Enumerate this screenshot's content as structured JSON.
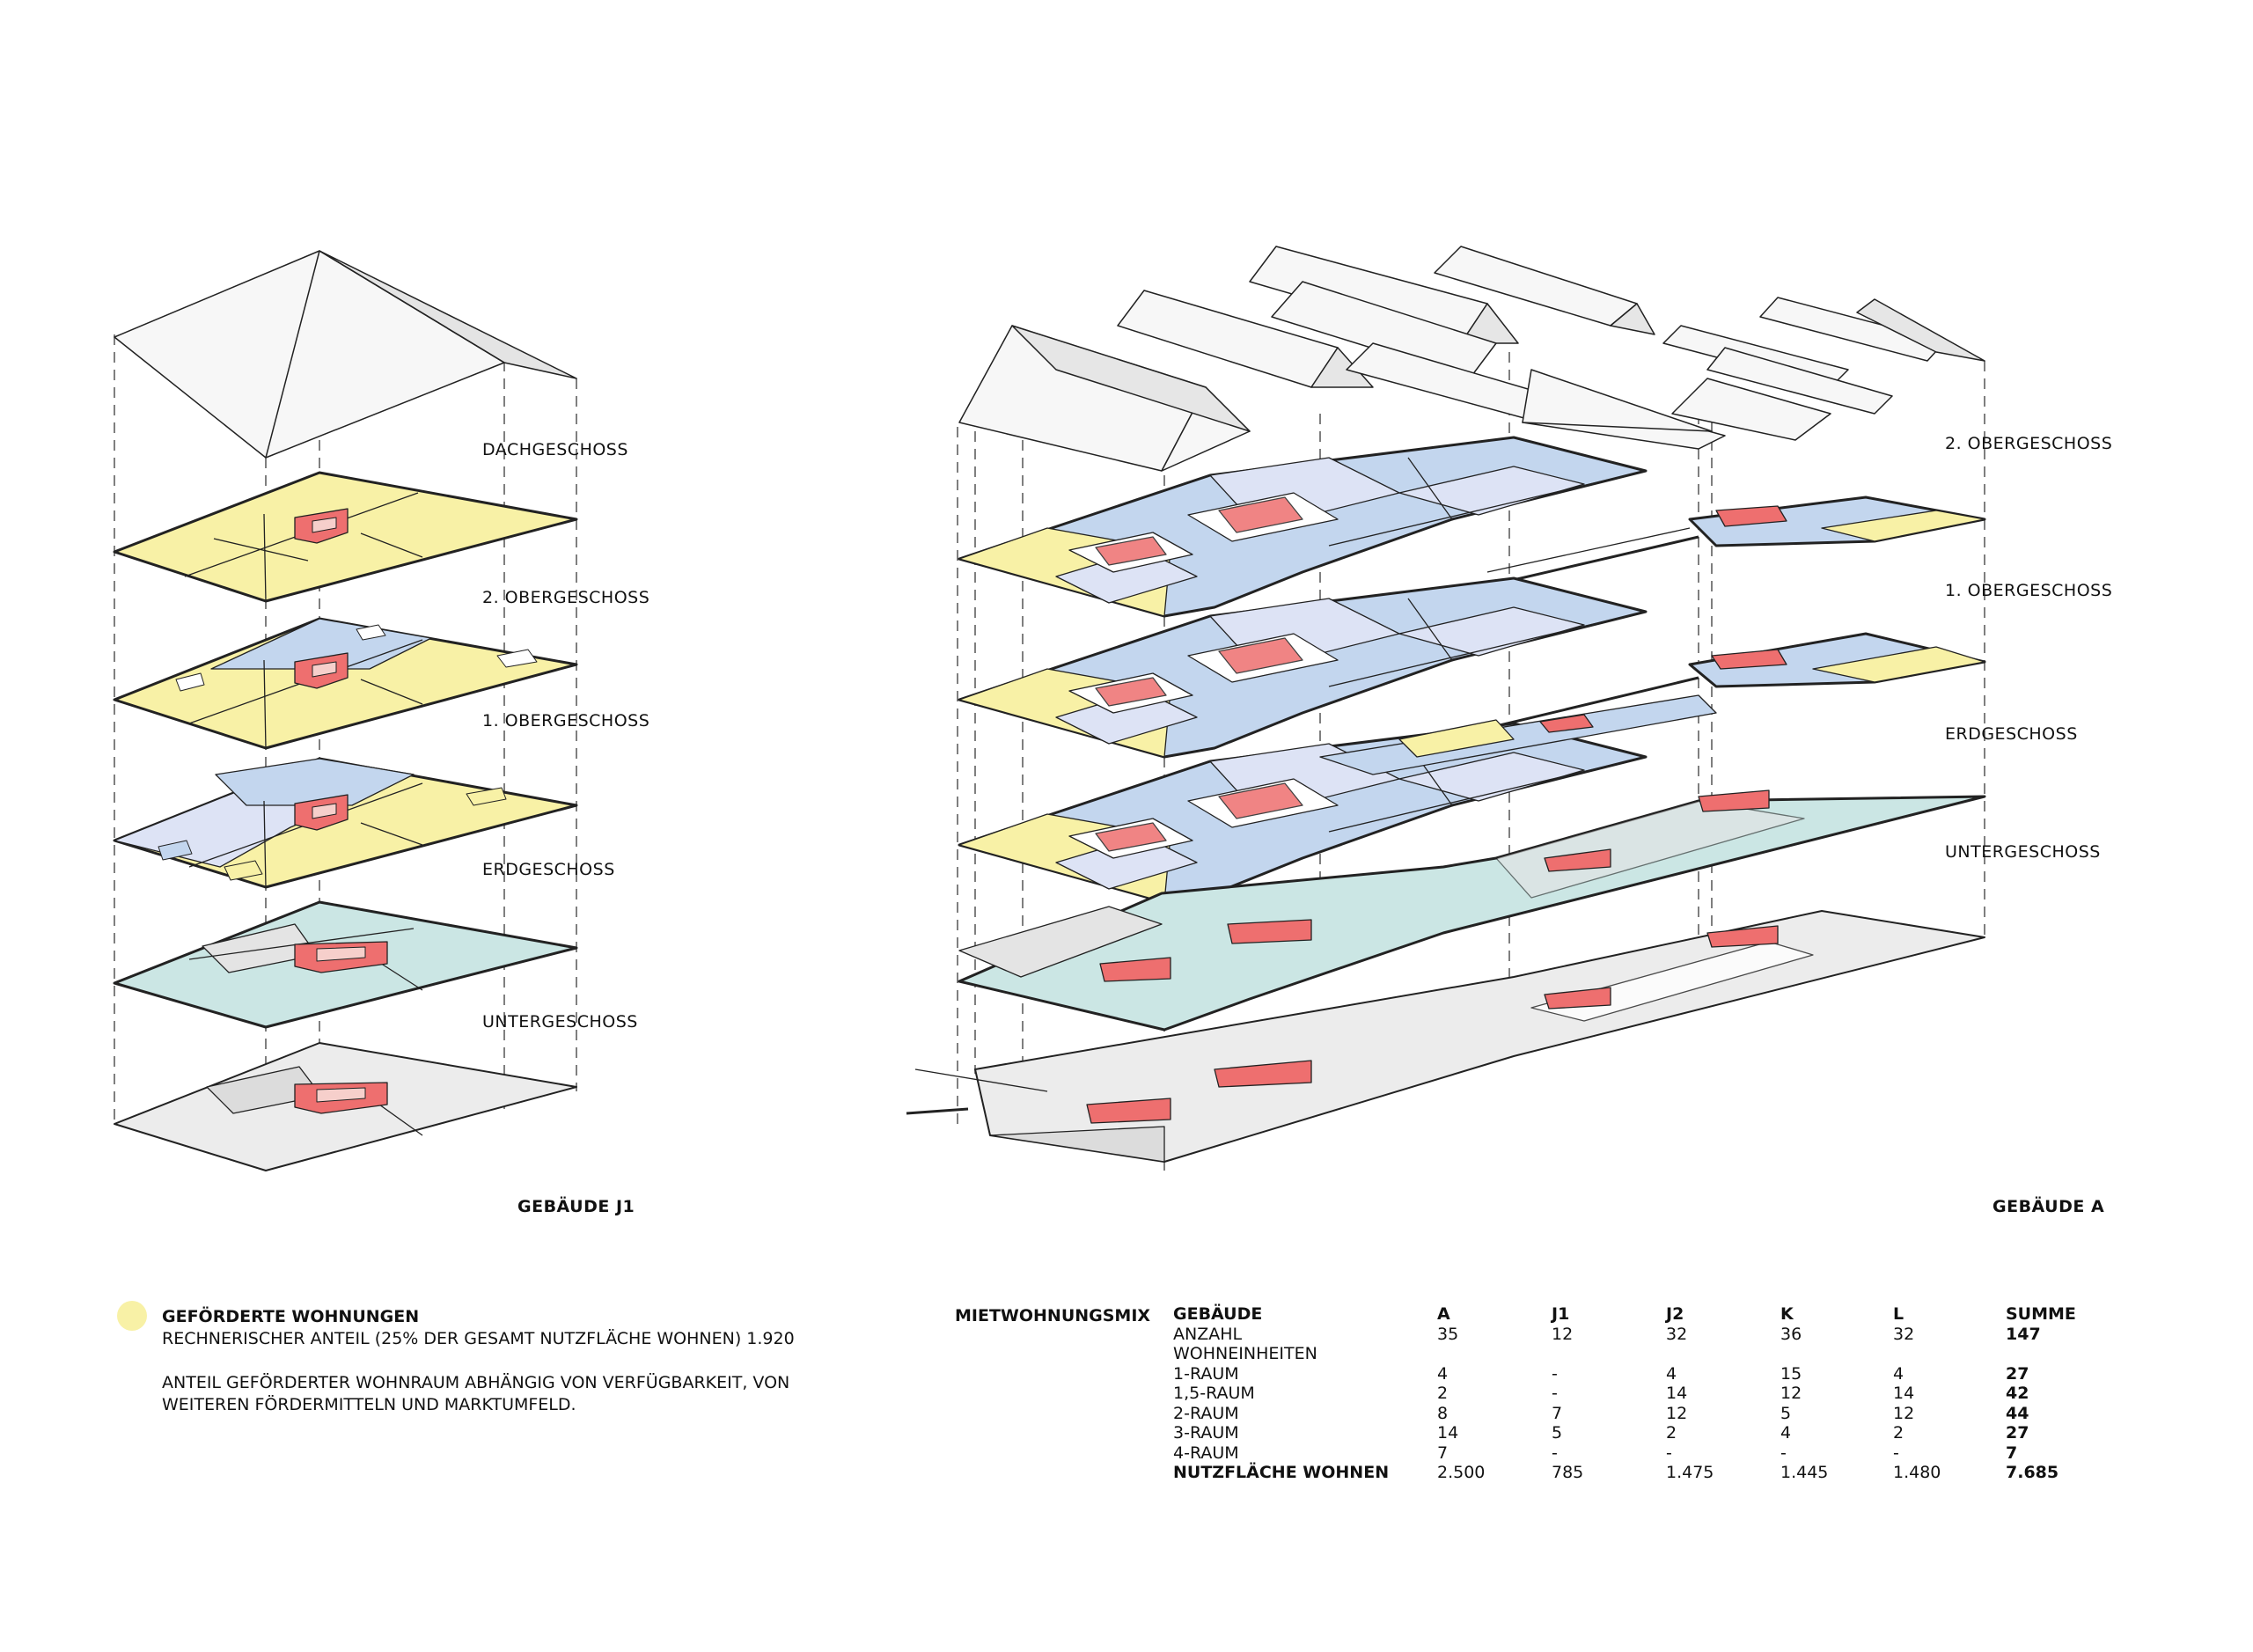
{
  "colors": {
    "yellow": "#f8f1a6",
    "blue": "#c3d6ee",
    "light_blue": "#dde3f5",
    "teal": "#cbe6e4",
    "gray": "#ececec",
    "core_red": "#ee6f6f",
    "core_pink": "#f6cfcb",
    "roof": "#f7f7f7"
  },
  "j1": {
    "caption": "GEBÄUDE J1",
    "levels": [
      "DACHGESCHOSS",
      "2. OBERGESCHOSS",
      "1. OBERGESCHOSS",
      "ERDGESCHOSS",
      "UNTERGESCHOSS"
    ]
  },
  "a": {
    "caption": "GEBÄUDE A",
    "levels": [
      "2. OBERGESCHOSS",
      "1. OBERGESCHOSS",
      "ERDGESCHOSS",
      "UNTERGESCHOSS"
    ]
  },
  "legend": {
    "title": "GEFÖRDERTE WOHNUNGEN",
    "line1": "RECHNERISCHER ANTEIL (25% DER GESAMT NUTZFLÄCHE WOHNEN)  1.920",
    "line2": "ANTEIL GEFÖRDERTER WOHNRAUM ABHÄNGIG VON VERFÜGBARKEIT, VON",
    "line3": "WEITEREN FÖRDERMITTELN UND MARKTUMFELD."
  },
  "mix": {
    "title": "MIETWOHNUNGSMIX",
    "columns": [
      "GEBÄUDE",
      "A",
      "J1",
      "J2",
      "K",
      "L",
      "SUMME"
    ],
    "rows": [
      [
        "ANZAHL",
        "35",
        "12",
        "32",
        "36",
        "32",
        "147"
      ],
      [
        "WOHNEINHEITEN",
        "",
        "",
        "",
        "",
        "",
        ""
      ],
      [
        "1-RAUM",
        "4",
        "-",
        "4",
        "15",
        "4",
        "27"
      ],
      [
        "1,5-RAUM",
        "2",
        "-",
        "14",
        "12",
        "14",
        "42"
      ],
      [
        "2-RAUM",
        "8",
        "7",
        "12",
        "5",
        "12",
        "44"
      ],
      [
        "3-RAUM",
        "14",
        "5",
        "2",
        "4",
        "2",
        "27"
      ],
      [
        "4-RAUM",
        "7",
        "-",
        "-",
        "-",
        "-",
        "7"
      ]
    ],
    "total": [
      "NUTZFLÄCHE WOHNEN",
      "2.500",
      "785",
      "1.475",
      "1.445",
      "1.480",
      "7.685"
    ]
  }
}
